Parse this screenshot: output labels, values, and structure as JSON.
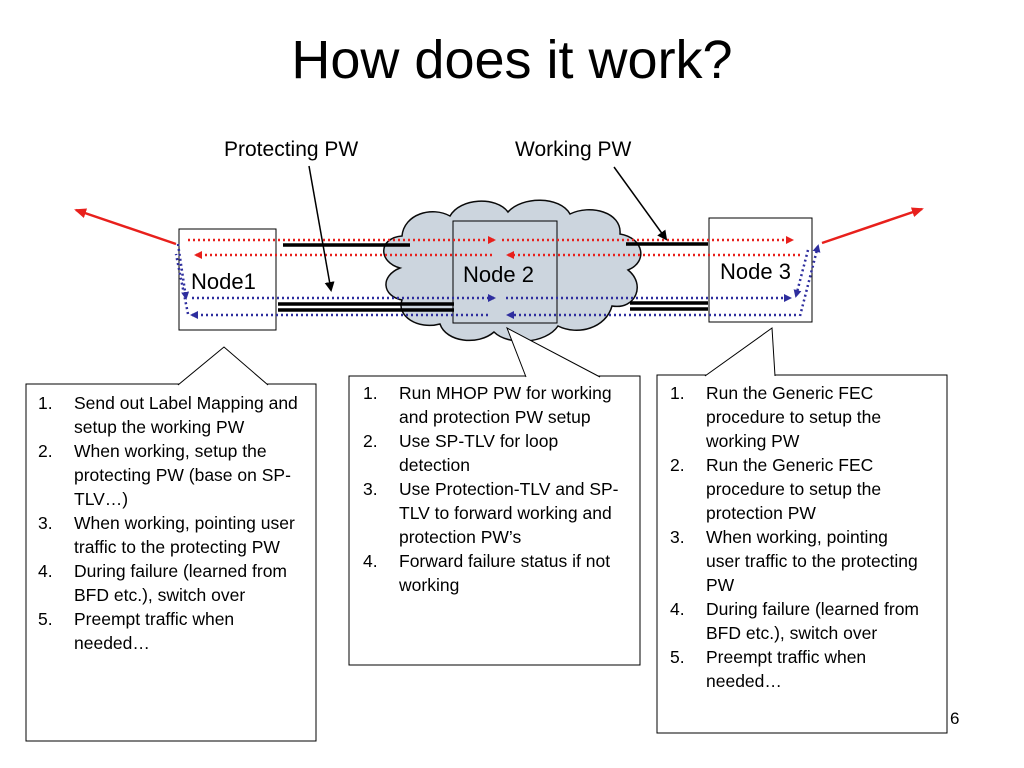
{
  "slide": {
    "title": "How does it work?",
    "page_number": "6"
  },
  "labels": {
    "protecting_pw": "Protecting PW",
    "working_pw": "Working PW"
  },
  "nodes": [
    {
      "label": "Node1"
    },
    {
      "label": "Node 2"
    },
    {
      "label": "Node 3"
    }
  ],
  "callouts": {
    "node1": {
      "items": [
        {
          "num": "1.",
          "text": "Send out Label Mapping and setup the working PW"
        },
        {
          "num": "2.",
          "text": "When working, setup the protecting PW (base on SP-TLV…)"
        },
        {
          "num": "3.",
          "text": "When working, pointing user traffic to the protecting PW"
        },
        {
          "num": "4.",
          "text": "During failure (learned from BFD etc.), switch over"
        },
        {
          "num": "5.",
          "text": "Preempt traffic when needed…"
        }
      ]
    },
    "node2": {
      "items": [
        {
          "num": "1.",
          "text": "Run MHOP PW for working and protection PW setup"
        },
        {
          "num": "2.",
          "text": "Use SP-TLV for loop detection"
        },
        {
          "num": "3.",
          "text": "Use Protection-TLV and SP-TLV to forward working and protection PW’s"
        },
        {
          "num": "4.",
          "text": "Forward failure status if not working"
        }
      ]
    },
    "node3": {
      "items": [
        {
          "num": "1.",
          "text": "Run the Generic FEC procedure to setup the working PW"
        },
        {
          "num": "2.",
          "text": "Run the Generic FEC procedure to setup the protection PW"
        },
        {
          "num": "3.",
          "text": "When working, pointing user traffic to the protecting PW"
        },
        {
          "num": "4.",
          "text": "During failure (learned from BFD etc.), switch over"
        },
        {
          "num": "5.",
          "text": "Preempt traffic when needed…"
        }
      ]
    }
  },
  "colors": {
    "working_path": "#e8201c",
    "protecting_path": "#2e2e9e",
    "cloud_fill": "#ccd5de",
    "cloud_stroke": "#0a0a0a"
  }
}
